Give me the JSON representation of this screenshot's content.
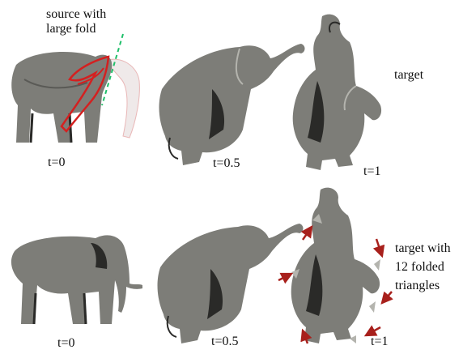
{
  "labels": {
    "source": "source with\nlarge fold",
    "t0_top": "t=0",
    "t05_top": "t=0.5",
    "t1_top": "t=1",
    "target_top": "target",
    "t0_bottom": "t=0",
    "t05_bottom": "t=0.5",
    "t1_bottom": "t=1",
    "target_bottom": "target with\n12 folded\ntriangles"
  },
  "colors": {
    "elephant_body": "#7d7d78",
    "elephant_shadow": "#2a2a28",
    "elephant_light": "#b4b4ae",
    "fold_red": "#d42020",
    "fold_line": "#1fbf6a",
    "arrow": "#a8201c"
  }
}
